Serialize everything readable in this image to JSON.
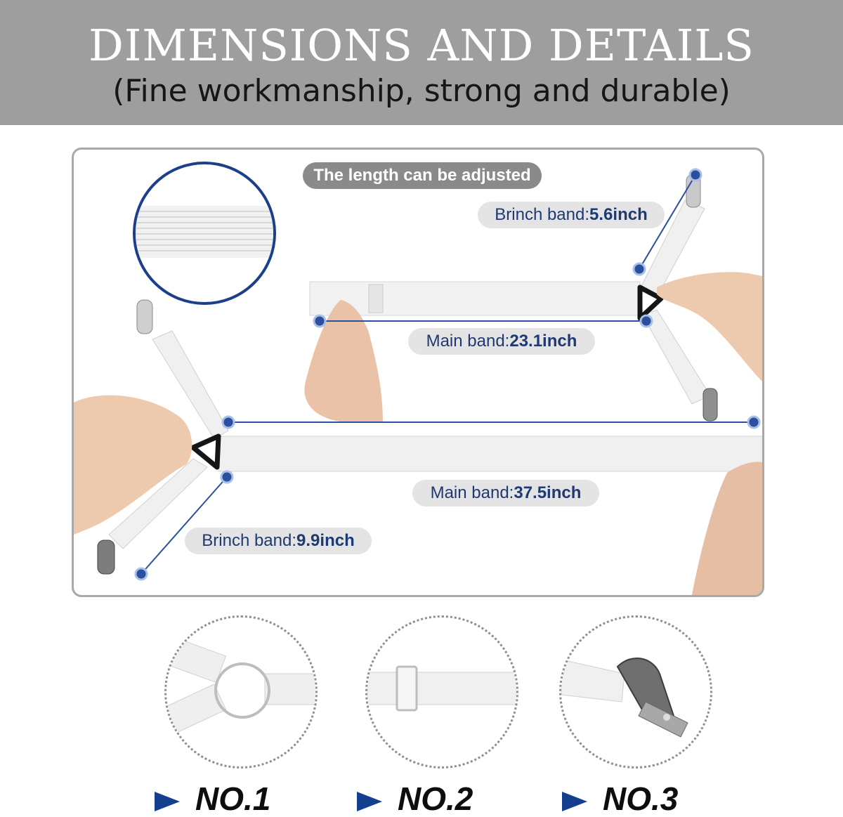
{
  "header": {
    "title": "DIMENSIONS AND DETAILS",
    "subtitle": "(Fine workmanship, strong and durable)"
  },
  "panel": {
    "adjust_note": "The length can be adjusted",
    "labels": [
      {
        "name": "Brinch band:",
        "value": "5.6inch"
      },
      {
        "name": "Main band:",
        "value": "23.1inch"
      },
      {
        "name": "Main band:",
        "value": "37.5inch"
      },
      {
        "name": "Brinch band:",
        "value": "9.9inch"
      }
    ]
  },
  "details": [
    {
      "label": "NO.1"
    },
    {
      "label": "NO.2"
    },
    {
      "label": "NO.3"
    }
  ],
  "colors": {
    "banner": "#9e9e9e",
    "accent_blue": "#1f3a73",
    "dot_blue": "#2a4f9c",
    "arrow_blue": "#143f8f"
  }
}
